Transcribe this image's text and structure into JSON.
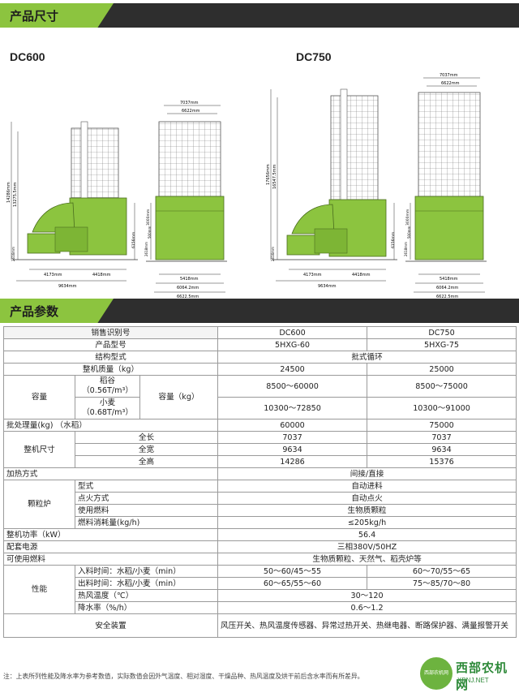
{
  "section1": {
    "title": "产品尺寸"
  },
  "section2": {
    "title": "产品参数"
  },
  "models": {
    "left": "DC600",
    "right": "DC750"
  },
  "dims600": {
    "top1": "7037mm",
    "top2": "6622mm",
    "height_total": "14286mm",
    "height_b": "13275.5mm",
    "h_3000": "3000mm",
    "h_6156": "6156mm",
    "h_2616": "2616mm",
    "h_2618": "2618mm",
    "h_500": "500mm",
    "w_4173": "4173mm",
    "w_4418": "4418mm",
    "w_9634": "9634mm",
    "w_5418": "5418mm",
    "w_6064": "6064.2mm",
    "w_6622": "6622.5mm"
  },
  "dims750": {
    "top1": "7037mm",
    "top2": "6622mm",
    "height_total": "17656mm",
    "height_b": "16547.5mm",
    "h_3000": "3000mm",
    "h_6156": "6156mm",
    "h_2616": "2616mm",
    "h_2618": "2618mm",
    "h_500": "500mm",
    "w_4173": "4173mm",
    "w_4418": "4418mm",
    "w_9634": "9634mm",
    "w_5418": "5418mm",
    "w_6064": "6064.2mm",
    "w_6622": "6622.5mm"
  },
  "table": {
    "r1": {
      "label": "销售识别号",
      "a": "DC600",
      "b": "DC750"
    },
    "r2": {
      "label": "产品型号",
      "a": "5HXG-60",
      "b": "5HXG-75"
    },
    "r3": {
      "label": "结构型式",
      "v": "批式循环"
    },
    "r4": {
      "label": "整机质量（kg）",
      "a": "24500",
      "b": "25000"
    },
    "cap": {
      "label": "容量",
      "rice": "稻谷\n（0.56T/m³）",
      "wheat": "小麦\n（0.68T/m³）",
      "unit": "容量（kg）",
      "rice_a": "8500～60000",
      "rice_b": "8500～75000",
      "wheat_a": "10300～72850",
      "wheat_b": "10300～91000"
    },
    "batch": {
      "label": "批处理量(kg) （水稻）",
      "a": "60000",
      "b": "75000"
    },
    "size": {
      "label": "整机尺寸",
      "len": "全长",
      "len_a": "7037",
      "len_b": "7037",
      "wid": "全宽",
      "wid_a": "9634",
      "wid_b": "9634",
      "hgt": "全高",
      "hgt_a": "14286",
      "hgt_b": "15376"
    },
    "heat": {
      "label": "加热方式",
      "v": "间接/直接"
    },
    "pellet": {
      "label": "颗粒炉",
      "t1": "型式",
      "v1": "自动进料",
      "t2": "点火方式",
      "v2": "自动点火",
      "t3": "使用燃料",
      "v3": "生物质颗粒",
      "t4": "燃料消耗量(kg/h)",
      "v4": "≤205kg/h"
    },
    "power": {
      "label": "整机功率（kW）",
      "v": "56.4"
    },
    "supply": {
      "label": "配套电源",
      "v": "三相380V/50HZ"
    },
    "fuel": {
      "label": "可使用燃料",
      "v": "生物质颗粒、天然气、稻壳炉等"
    },
    "perf": {
      "label": "性能",
      "t1": "入料时间：水稻/小麦（min）",
      "a1": "50～60/45～55",
      "b1": "60～70/55～65",
      "t2": "出料时间：水稻/小麦（min）",
      "a2": "60～65/55～60",
      "b2": "75～85/70～80",
      "t3": "热风温度（℃）",
      "v3": "30～120",
      "t4": "降水率（%/h）",
      "v4": "0.6～1.2"
    },
    "safety": {
      "label": "安全装置",
      "v": "风压开关、热风温度传感器、异常过热开关、热继电器、断路保护器、满量报警开关"
    }
  },
  "note": "注：上表所列性能及降水率为参考数值，实际数值会因外气温度、相对湿度、干燥品种、热风温度及烘干前后含水率而有所差异。",
  "logo": {
    "badge": "西部农机网",
    "name": "西部农机网",
    "url": "XBNJ.NET"
  },
  "colors": {
    "accent": "#8cc43f",
    "bar": "#2e2e2e",
    "machine_green": "#8cc43f"
  }
}
